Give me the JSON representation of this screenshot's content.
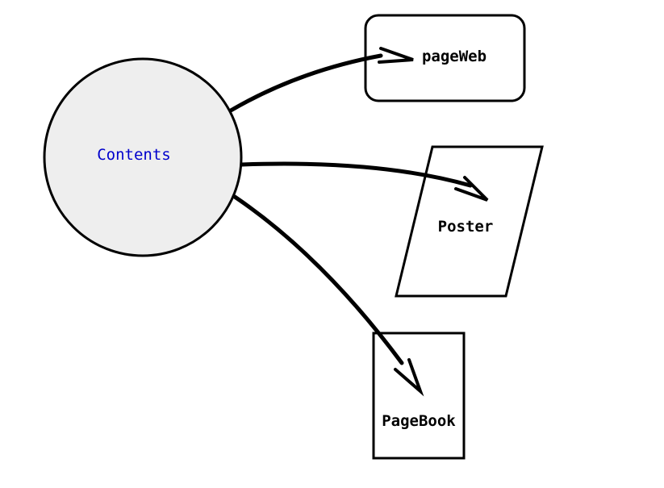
{
  "diagram": {
    "nodes": {
      "contents": {
        "label": "Contents",
        "shape": "circle",
        "fill": "#eeeeee",
        "label_color": "#0000cc"
      },
      "pageweb": {
        "label": "pageWeb",
        "shape": "rounded-rectangle",
        "fill": "#ffffff",
        "label_color": "#000000"
      },
      "poster": {
        "label": "Poster",
        "shape": "parallelogram",
        "fill": "#ffffff",
        "label_color": "#000000"
      },
      "pagebook": {
        "label": "PageBook",
        "shape": "rectangle",
        "fill": "#ffffff",
        "label_color": "#000000"
      }
    },
    "edges": [
      {
        "from": "Contents",
        "to": "pageWeb",
        "arrow": "open"
      },
      {
        "from": "Contents",
        "to": "Poster",
        "arrow": "open"
      },
      {
        "from": "Contents",
        "to": "PageBook",
        "arrow": "open"
      }
    ],
    "stroke_color": "#000000"
  }
}
